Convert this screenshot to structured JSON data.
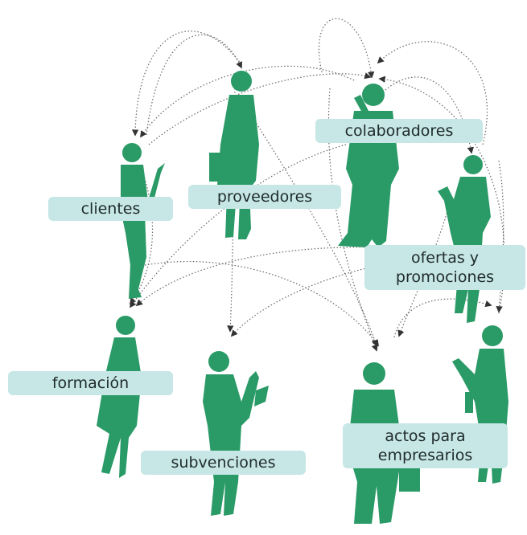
{
  "labels": {
    "clientes": "clientes",
    "proveedores": "proveedores",
    "colaboradores": "colaboradores",
    "ofertas_line1": "ofertas y",
    "ofertas_line2": "promociones",
    "formacion": "formación",
    "subvenciones": "subvenciones",
    "actos_line1": "actos para",
    "actos_line2": "empresarios"
  },
  "colors": {
    "figure": "#2a9a67",
    "label_bg": "#c7e6e6",
    "arrow": "#555555"
  },
  "icons": [
    "person-silhouette-icon"
  ]
}
